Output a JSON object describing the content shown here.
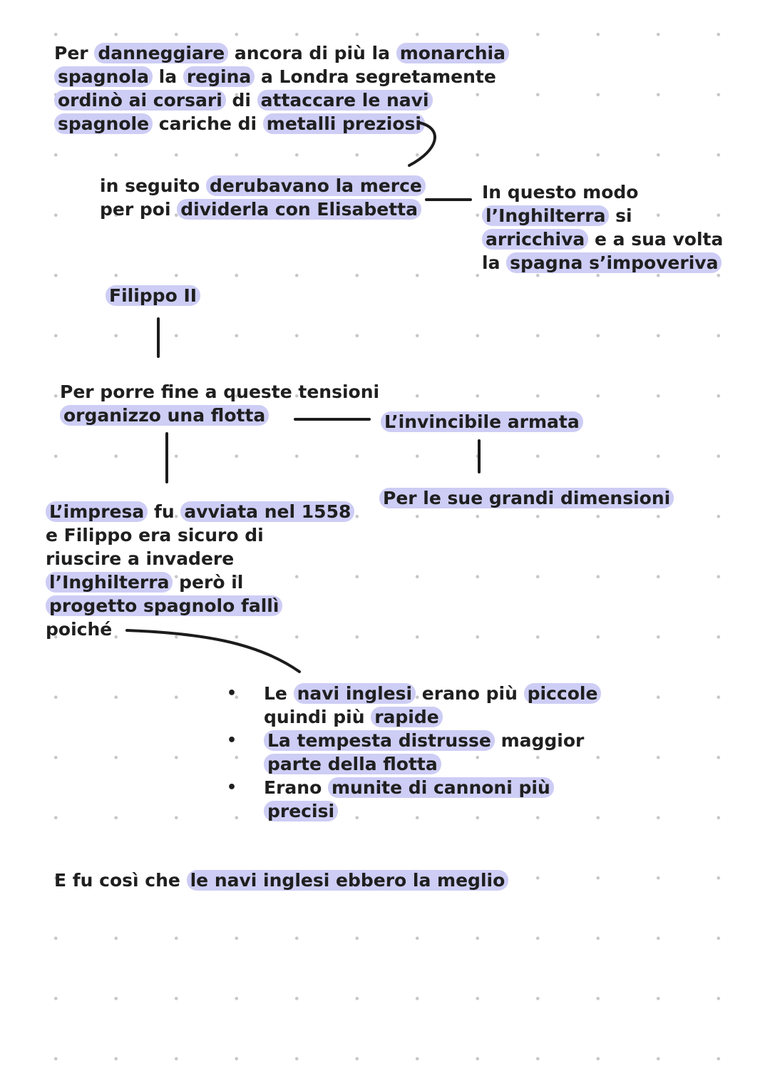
{
  "intro": {
    "lines": [
      [
        "Per ",
        {
          "hl": "danneggiare"
        },
        " ancora di più la ",
        {
          "hl": "monarchia"
        }
      ],
      [
        {
          "hl": "spagnola"
        },
        " la ",
        {
          "hl": "regina"
        },
        " a Londra segretamente"
      ],
      [
        {
          "hl": "ordinò ai corsari"
        },
        " di ",
        {
          "hl": "attaccare le navi"
        }
      ],
      [
        {
          "hl": "spagnole"
        },
        " cariche di ",
        {
          "hl": "metalli preziosi"
        }
      ]
    ]
  },
  "plunder": {
    "lines": [
      [
        "in seguito ",
        {
          "hl": "derubavano la merce"
        }
      ],
      [
        "per poi ",
        {
          "hl": "dividerla con Elisabetta"
        }
      ]
    ]
  },
  "effect": {
    "lines": [
      [
        "In questo modo"
      ],
      [
        {
          "hl": "l’Inghilterra"
        },
        " si"
      ],
      [
        {
          "hl": "arricchiva"
        },
        " e a sua volta"
      ],
      [
        "la ",
        {
          "hl": "spagna s’impoveriva"
        }
      ]
    ]
  },
  "filippo": {
    "lines": [
      [
        {
          "hl": "Filippo II"
        }
      ]
    ]
  },
  "fleet": {
    "lines": [
      [
        "Per porre fine a queste tensioni"
      ],
      [
        {
          "hl": "organizzo una flotta"
        }
      ]
    ]
  },
  "armada": {
    "lines": [
      [
        {
          "hl": "L’invincibile armata"
        }
      ]
    ]
  },
  "armada_reason": {
    "lines": [
      [
        {
          "hl": "Per le sue grandi dimensioni"
        }
      ]
    ]
  },
  "campaign": {
    "lines": [
      [
        {
          "hl": "L’impresa"
        },
        " fu ",
        {
          "hl": "avviata nel 1558"
        }
      ],
      [
        "e Filippo era sicuro di"
      ],
      [
        "riuscire a invadere"
      ],
      [
        {
          "hl": "l’Inghilterra"
        },
        " però il"
      ],
      [
        {
          "hl": "progetto spagnolo fallì"
        }
      ],
      [
        "poiché"
      ]
    ]
  },
  "reasons": [
    {
      "lines": [
        [
          "Le ",
          {
            "hl": "navi inglesi"
          },
          " erano più ",
          {
            "hl": "piccole"
          }
        ],
        [
          "quindi più ",
          {
            "hl": "rapide"
          }
        ]
      ]
    },
    {
      "lines": [
        [
          {
            "hl": "La tempesta distrusse"
          },
          " maggior"
        ],
        [
          {
            "hl": "parte della flotta"
          }
        ]
      ]
    },
    {
      "lines": [
        [
          "Erano ",
          {
            "hl": "munite di cannoni più"
          }
        ],
        [
          {
            "hl": "precisi"
          }
        ]
      ]
    }
  ],
  "conclusion": {
    "lines": [
      [
        "E fu così che ",
        {
          "hl": "le navi inglesi ebbero la meglio"
        }
      ]
    ]
  },
  "colors": {
    "highlight": "#cdcdf5",
    "ink": "#1f1f1f",
    "dots": "#c7c7c7"
  }
}
